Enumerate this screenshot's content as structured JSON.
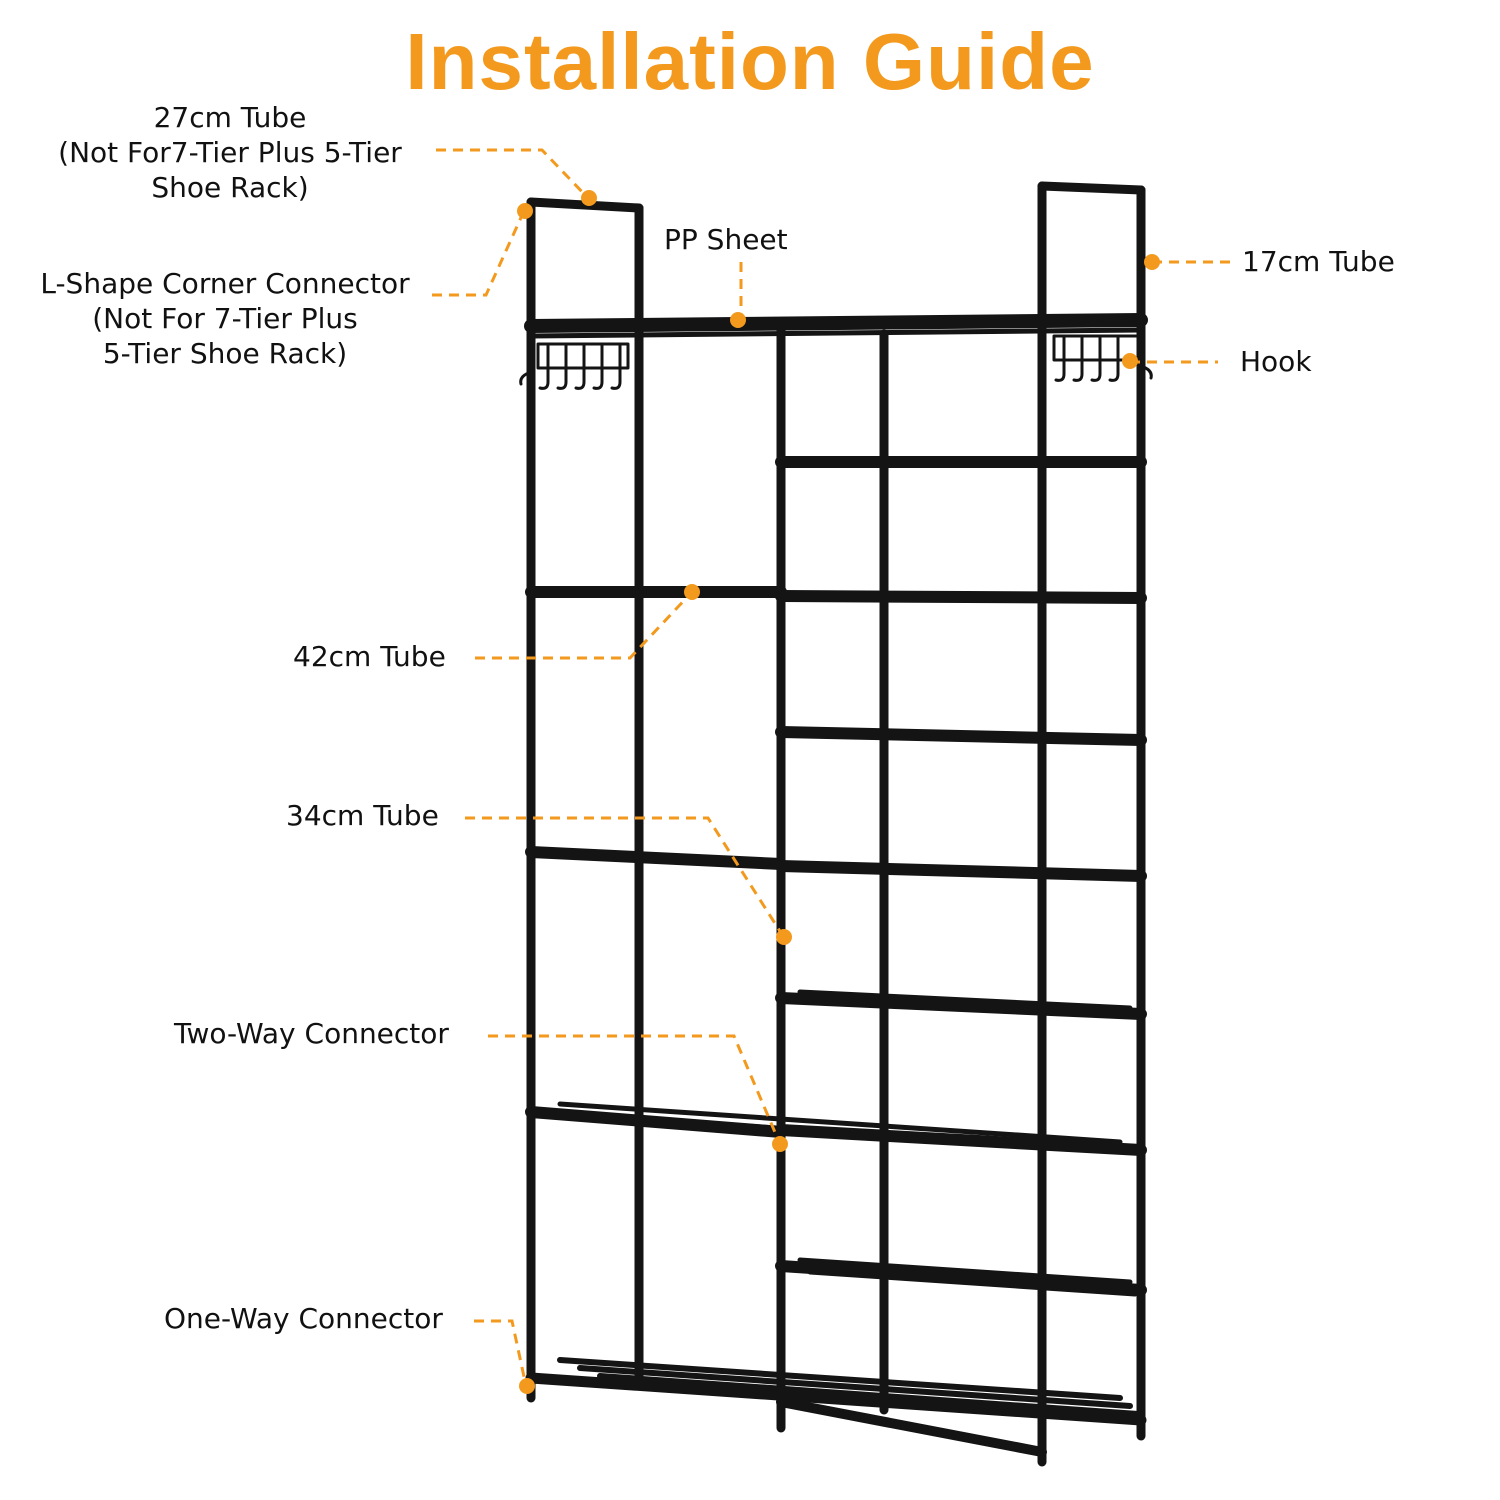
{
  "title": "Installation Guide",
  "accent_color": "#f39a1e",
  "frame_color": "#141414",
  "callouts": {
    "tube_27": [
      "27cm Tube",
      "(Not For7-Tier Plus 5-Tier",
      "Shoe Rack)"
    ],
    "l_connector": [
      "L-Shape Corner Connector",
      "(Not For 7-Tier Plus",
      "5-Tier Shoe Rack)"
    ],
    "pp_sheet": "PP Sheet",
    "tube_17": "17cm Tube",
    "hook": "Hook",
    "tube_42": "42cm Tube",
    "tube_34": "34cm Tube",
    "two_way": "Two-Way Connector",
    "one_way": "One-Way Connector"
  }
}
